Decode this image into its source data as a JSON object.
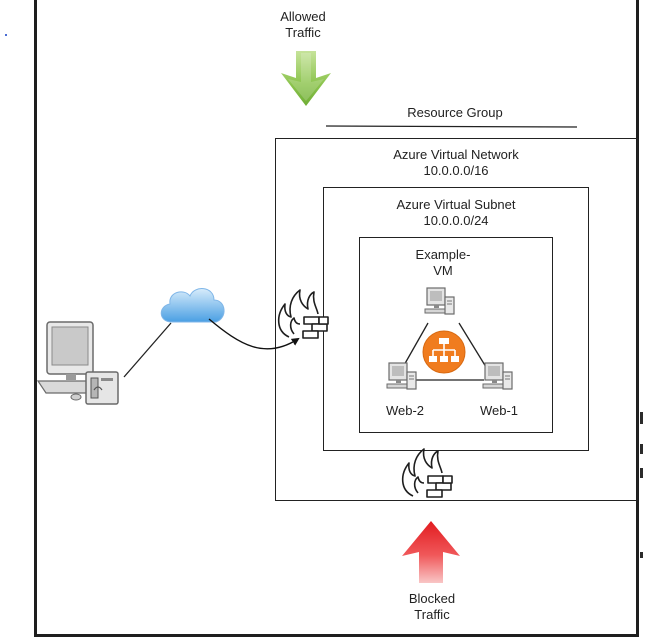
{
  "labels": {
    "allowed_line1": "Allowed",
    "allowed_line2": "Traffic",
    "resource_group": "Resource Group",
    "vnet_line1": "Azure Virtual Network",
    "vnet_line2": "10.0.0.0/16",
    "subnet_line1": "Azure Virtual Subnet",
    "subnet_line2": "10.0.0.0/24",
    "vm_line1": "Example-",
    "vm_line2": "VM",
    "web2": "Web-2",
    "web1": "Web-1",
    "blocked_line1": "Blocked",
    "blocked_line2": "Traffic"
  },
  "colors": {
    "allowed_arrow": "#7dbb3f",
    "blocked_arrow": "#e8262a",
    "cloud": "#5aa9e6",
    "load_balancer": "#f07c1f",
    "firewall": "#1e1e1e"
  },
  "icons": [
    "down-arrow-icon",
    "up-arrow-icon",
    "cloud-icon",
    "workstation-icon",
    "firewall-icon",
    "computer-icon",
    "load-balancer-icon"
  ]
}
